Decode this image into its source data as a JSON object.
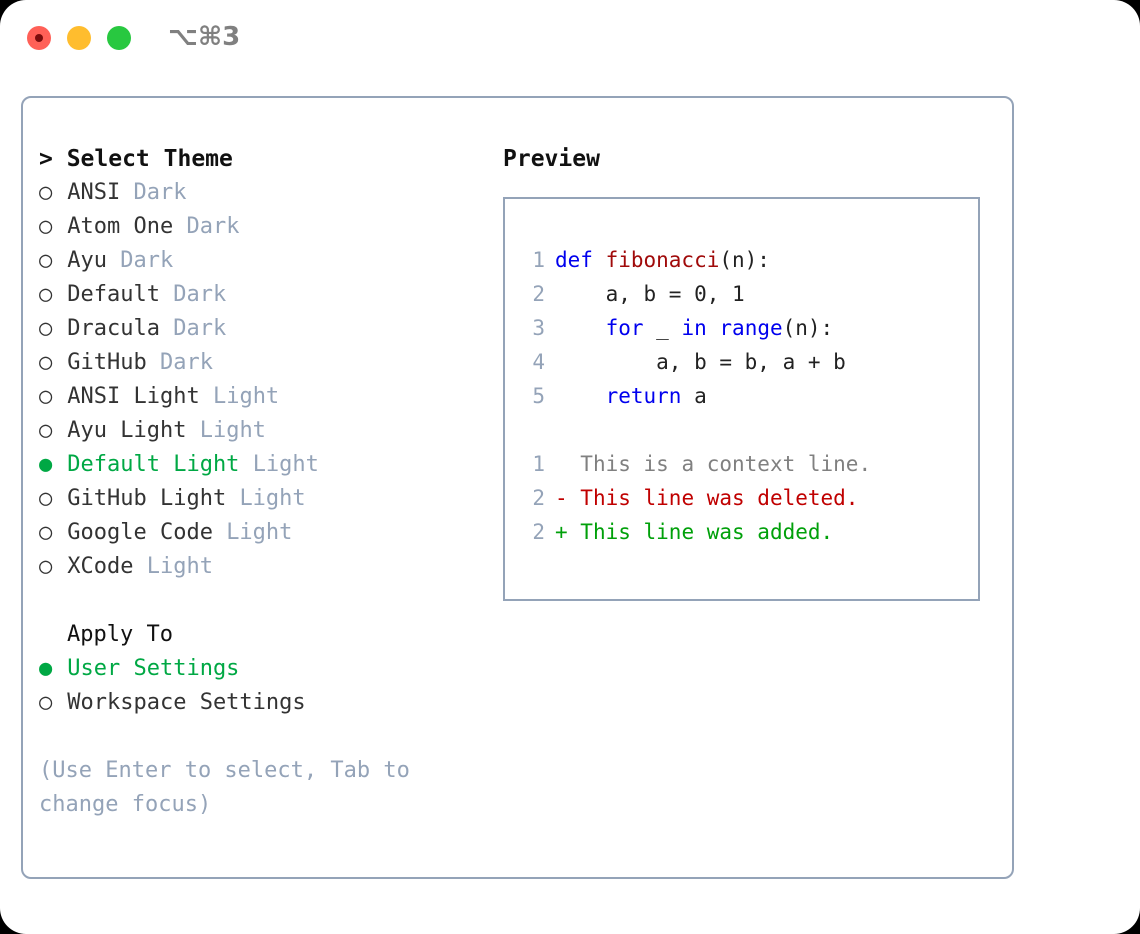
{
  "window": {
    "shortcut": "⌥⌘3",
    "traffic_lights": [
      {
        "name": "close",
        "color": "#FF6057"
      },
      {
        "name": "minimize",
        "color": "#FFBD2E"
      },
      {
        "name": "maximize",
        "color": "#28C840"
      }
    ]
  },
  "colors": {
    "accent_green": "#00A844",
    "muted": "#94A3B8",
    "keyword_blue": "#0000EE",
    "function_red": "#A00A0A",
    "diff_added": "#00A00A",
    "diff_deleted": "#C00000",
    "diff_context": "#808080",
    "border": "#94A3B8"
  },
  "theme_panel": {
    "header": "> Select Theme",
    "prompt": ">",
    "radio_unselected": "○",
    "radio_selected": "●",
    "items": [
      {
        "label": "ANSI",
        "badge": "Dark",
        "selected": false
      },
      {
        "label": "Atom One",
        "badge": "Dark",
        "selected": false
      },
      {
        "label": "Ayu",
        "badge": "Dark",
        "selected": false
      },
      {
        "label": "Default",
        "badge": "Dark",
        "selected": false
      },
      {
        "label": "Dracula",
        "badge": "Dark",
        "selected": false
      },
      {
        "label": "GitHub",
        "badge": "Dark",
        "selected": false
      },
      {
        "label": "ANSI Light",
        "badge": "Light",
        "selected": false
      },
      {
        "label": "Ayu Light",
        "badge": "Light",
        "selected": false
      },
      {
        "label": "Default Light",
        "badge": "Light",
        "selected": true
      },
      {
        "label": "GitHub Light",
        "badge": "Light",
        "selected": false
      },
      {
        "label": "Google Code",
        "badge": "Light",
        "selected": false
      },
      {
        "label": "XCode",
        "badge": "Light",
        "selected": false
      }
    ]
  },
  "apply_to": {
    "header": "Apply To",
    "options": [
      {
        "label": "User Settings",
        "selected": true
      },
      {
        "label": "Workspace Settings",
        "selected": false
      }
    ]
  },
  "hint": "(Use Enter to select, Tab to change focus)",
  "preview": {
    "title": "Preview",
    "code_lines": [
      {
        "no": "1",
        "tokens": [
          {
            "t": "def ",
            "c": "kw"
          },
          {
            "t": "fibonacci",
            "c": "fn"
          },
          {
            "t": "(n):",
            "c": ""
          }
        ]
      },
      {
        "no": "2",
        "tokens": [
          {
            "t": "    a, b = 0, 1",
            "c": ""
          }
        ]
      },
      {
        "no": "3",
        "tokens": [
          {
            "t": "    ",
            "c": ""
          },
          {
            "t": "for",
            "c": "kw"
          },
          {
            "t": " _ ",
            "c": ""
          },
          {
            "t": "in",
            "c": "kw"
          },
          {
            "t": " ",
            "c": ""
          },
          {
            "t": "range",
            "c": "kw"
          },
          {
            "t": "(n):",
            "c": ""
          }
        ]
      },
      {
        "no": "4",
        "tokens": [
          {
            "t": "        a, b = b, a + b",
            "c": ""
          }
        ]
      },
      {
        "no": "5",
        "tokens": [
          {
            "t": "    ",
            "c": ""
          },
          {
            "t": "return",
            "c": "kw"
          },
          {
            "t": " a",
            "c": ""
          }
        ]
      }
    ],
    "diff_lines": [
      {
        "no": "1",
        "marker": " ",
        "text": " This is a context line.",
        "kind": "diff-ctx"
      },
      {
        "no": "2",
        "marker": "-",
        "text": " This line was deleted.",
        "kind": "diff-del"
      },
      {
        "no": "2",
        "marker": "+",
        "text": " This line was added.",
        "kind": "diff-add"
      }
    ]
  }
}
